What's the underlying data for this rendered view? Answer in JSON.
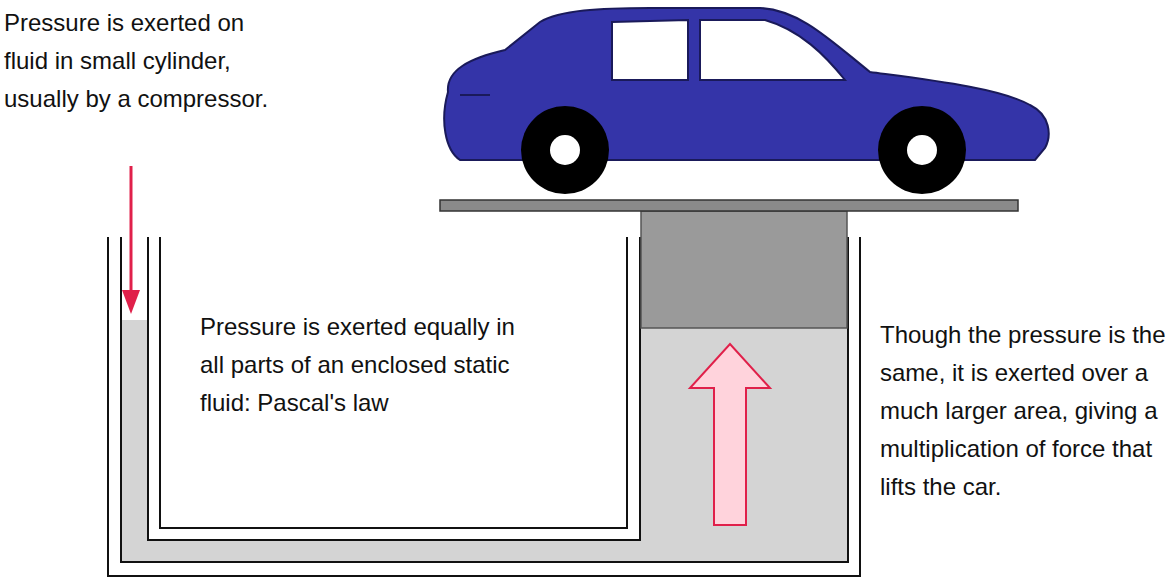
{
  "diagram": {
    "labels": [
      "Pressure is exerted on fluid in small cylinder, usually by a compressor.",
      "Pressure is exerted equally in all parts of an enclosed static fluid: Pascal's law",
      "Though the pressure is the same, it is exerted over a much larger area, giving a multiplication of force that lifts the car."
    ]
  }
}
